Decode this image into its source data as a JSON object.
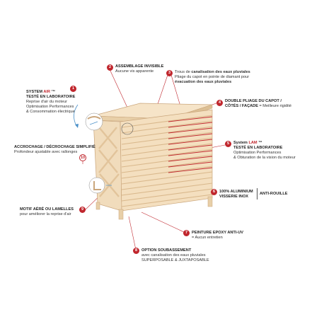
{
  "colors": {
    "accent": "#c0262d",
    "panel": "#f3dfc2",
    "panel_dark": "#e2c8a2",
    "text": "#333333"
  },
  "callouts": {
    "c1": {
      "num": "1",
      "title_a": "SYSTEM ",
      "title_b": "AIR",
      "title_c": " ™",
      "title_d": "TESTÉ EN LABORATOIRE",
      "line1": "Reprise d'air du moteur",
      "line2": "Optimisation Performances",
      "line3": "& Consommation électrique"
    },
    "c2": {
      "num": "2",
      "title": "ASSEMBLAGE INVISIBLE",
      "line1": "Aucune vis apparente"
    },
    "c3": {
      "num": "3",
      "line1a": "Trous de ",
      "line1b": "canalisation des eaux pluviales",
      "line2": "Pliage du capot en pointe de diamant pour",
      "line3": "évacuation des eaux pluviales"
    },
    "c4": {
      "num": "4",
      "title1": "DOUBLE PLIAGE DU CAPOT /",
      "title2": "CÔTÉS / FAÇADE",
      "line1": " = Meilleure rigidité"
    },
    "c5": {
      "num": "5",
      "title_a": "System ",
      "title_b": "LAM",
      "title_c": " ™",
      "title_d": "TESTÉ EN LABORATOIRE",
      "line1": "Optimisation Performances",
      "line2": "& Obturation de la vision du moteur"
    },
    "c6": {
      "num": "6",
      "title1": "100% ALUMINIUM",
      "title2": "VISSERIE INOX",
      "side": "ANTI-ROUILLE"
    },
    "c7": {
      "num": "7",
      "title": "PEINTURE EPOXY ANTI-UV",
      "line1": "= Aucun entretien"
    },
    "c8": {
      "num": "8",
      "title": "OPTION SOUBASSEMENT",
      "line1": "avec canalisation des eaux pluviales",
      "line2": "SUPERPOSABLE & JUXTAPOSABLE"
    },
    "c9": {
      "num": "9",
      "title": "MOTIF AÉRÉ OU LAMELLES",
      "line1": "pour améliorer la reprise d'air"
    },
    "c10": {
      "num": "10",
      "title": "ACCROCHAGE / DÉCROCHAGE SIMPLIFIÉ",
      "line1": "Profondeur ajustable avec rallonges"
    }
  }
}
